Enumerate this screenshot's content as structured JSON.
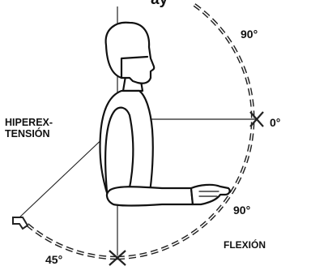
{
  "labels": {
    "top_text": "ay",
    "hyperextension_line1": "HIPEREX-",
    "hyperextension_line2": "TENSIÓN",
    "angle_90_top": "90°",
    "angle_0": "0°",
    "angle_90_right": "90°",
    "flexion": "FLEXIÓN",
    "angle_45": "45°"
  }
}
